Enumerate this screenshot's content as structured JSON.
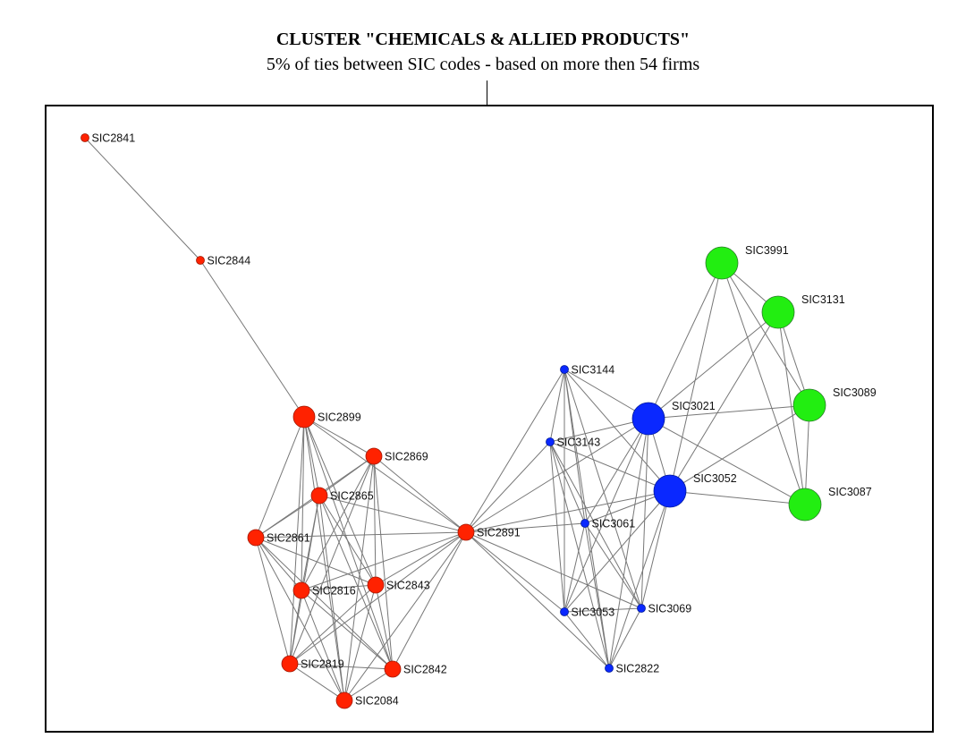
{
  "title": "CLUSTER \"CHEMICALS & ALLIED PRODUCTS\"",
  "subtitle": "5% of ties between SIC codes - based on more then 54 firms",
  "colors": {
    "red": "#ff2200",
    "blue": "#0a28ff",
    "green": "#22ee11",
    "edge": "#777777"
  },
  "nodes": [
    {
      "id": "SIC2841",
      "group": "red",
      "size": "small"
    },
    {
      "id": "SIC2844",
      "group": "red",
      "size": "small"
    },
    {
      "id": "SIC2899",
      "group": "red",
      "size": "large"
    },
    {
      "id": "SIC2869",
      "group": "red",
      "size": "medium"
    },
    {
      "id": "SIC2865",
      "group": "red",
      "size": "medium"
    },
    {
      "id": "SIC2861",
      "group": "red",
      "size": "medium"
    },
    {
      "id": "SIC2816",
      "group": "red",
      "size": "medium"
    },
    {
      "id": "SIC2843",
      "group": "red",
      "size": "medium"
    },
    {
      "id": "SIC2819",
      "group": "red",
      "size": "medium"
    },
    {
      "id": "SIC2842",
      "group": "red",
      "size": "medium"
    },
    {
      "id": "SIC2084",
      "group": "red",
      "size": "medium"
    },
    {
      "id": "SIC2891",
      "group": "red",
      "size": "medium"
    },
    {
      "id": "SIC3144",
      "group": "blue",
      "size": "small"
    },
    {
      "id": "SIC3143",
      "group": "blue",
      "size": "small"
    },
    {
      "id": "SIC3061",
      "group": "blue",
      "size": "small"
    },
    {
      "id": "SIC3053",
      "group": "blue",
      "size": "small"
    },
    {
      "id": "SIC3069",
      "group": "blue",
      "size": "small"
    },
    {
      "id": "SIC2822",
      "group": "blue",
      "size": "small"
    },
    {
      "id": "SIC3021",
      "group": "blue",
      "size": "xlarge"
    },
    {
      "id": "SIC3052",
      "group": "blue",
      "size": "xlarge"
    },
    {
      "id": "SIC3991",
      "group": "green",
      "size": "xlarge"
    },
    {
      "id": "SIC3131",
      "group": "green",
      "size": "xlarge"
    },
    {
      "id": "SIC3089",
      "group": "green",
      "size": "xlarge"
    },
    {
      "id": "SIC3087",
      "group": "green",
      "size": "xlarge"
    }
  ],
  "edges": [
    [
      "SIC2841",
      "SIC2844"
    ],
    [
      "SIC2844",
      "SIC2899"
    ],
    [
      "SIC2899",
      "SIC2869"
    ],
    [
      "SIC2899",
      "SIC2865"
    ],
    [
      "SIC2899",
      "SIC2861"
    ],
    [
      "SIC2899",
      "SIC2816"
    ],
    [
      "SIC2899",
      "SIC2843"
    ],
    [
      "SIC2899",
      "SIC2819"
    ],
    [
      "SIC2899",
      "SIC2842"
    ],
    [
      "SIC2899",
      "SIC2084"
    ],
    [
      "SIC2899",
      "SIC2891"
    ],
    [
      "SIC2869",
      "SIC2865"
    ],
    [
      "SIC2869",
      "SIC2861"
    ],
    [
      "SIC2869",
      "SIC2816"
    ],
    [
      "SIC2869",
      "SIC2843"
    ],
    [
      "SIC2869",
      "SIC2819"
    ],
    [
      "SIC2869",
      "SIC2842"
    ],
    [
      "SIC2869",
      "SIC2084"
    ],
    [
      "SIC2869",
      "SIC2891"
    ],
    [
      "SIC2865",
      "SIC2861"
    ],
    [
      "SIC2865",
      "SIC2816"
    ],
    [
      "SIC2865",
      "SIC2843"
    ],
    [
      "SIC2865",
      "SIC2819"
    ],
    [
      "SIC2865",
      "SIC2842"
    ],
    [
      "SIC2865",
      "SIC2084"
    ],
    [
      "SIC2865",
      "SIC2891"
    ],
    [
      "SIC2861",
      "SIC2816"
    ],
    [
      "SIC2861",
      "SIC2843"
    ],
    [
      "SIC2861",
      "SIC2819"
    ],
    [
      "SIC2861",
      "SIC2842"
    ],
    [
      "SIC2861",
      "SIC2084"
    ],
    [
      "SIC2861",
      "SIC2891"
    ],
    [
      "SIC2816",
      "SIC2843"
    ],
    [
      "SIC2816",
      "SIC2819"
    ],
    [
      "SIC2816",
      "SIC2842"
    ],
    [
      "SIC2816",
      "SIC2084"
    ],
    [
      "SIC2816",
      "SIC2891"
    ],
    [
      "SIC2843",
      "SIC2819"
    ],
    [
      "SIC2843",
      "SIC2842"
    ],
    [
      "SIC2843",
      "SIC2084"
    ],
    [
      "SIC2843",
      "SIC2891"
    ],
    [
      "SIC2819",
      "SIC2842"
    ],
    [
      "SIC2819",
      "SIC2084"
    ],
    [
      "SIC2819",
      "SIC2891"
    ],
    [
      "SIC2842",
      "SIC2084"
    ],
    [
      "SIC2842",
      "SIC2891"
    ],
    [
      "SIC2084",
      "SIC2891"
    ],
    [
      "SIC2891",
      "SIC3144"
    ],
    [
      "SIC2891",
      "SIC3143"
    ],
    [
      "SIC2891",
      "SIC3061"
    ],
    [
      "SIC2891",
      "SIC3053"
    ],
    [
      "SIC2891",
      "SIC3069"
    ],
    [
      "SIC2891",
      "SIC2822"
    ],
    [
      "SIC2891",
      "SIC3021"
    ],
    [
      "SIC2891",
      "SIC3052"
    ],
    [
      "SIC3144",
      "SIC3143"
    ],
    [
      "SIC3144",
      "SIC3061"
    ],
    [
      "SIC3144",
      "SIC3053"
    ],
    [
      "SIC3144",
      "SIC3069"
    ],
    [
      "SIC3144",
      "SIC2822"
    ],
    [
      "SIC3144",
      "SIC3021"
    ],
    [
      "SIC3144",
      "SIC3052"
    ],
    [
      "SIC3143",
      "SIC3061"
    ],
    [
      "SIC3143",
      "SIC3053"
    ],
    [
      "SIC3143",
      "SIC3069"
    ],
    [
      "SIC3143",
      "SIC2822"
    ],
    [
      "SIC3143",
      "SIC3021"
    ],
    [
      "SIC3143",
      "SIC3052"
    ],
    [
      "SIC3061",
      "SIC3053"
    ],
    [
      "SIC3061",
      "SIC3069"
    ],
    [
      "SIC3061",
      "SIC2822"
    ],
    [
      "SIC3061",
      "SIC3021"
    ],
    [
      "SIC3061",
      "SIC3052"
    ],
    [
      "SIC3053",
      "SIC3069"
    ],
    [
      "SIC3053",
      "SIC2822"
    ],
    [
      "SIC3053",
      "SIC3021"
    ],
    [
      "SIC3053",
      "SIC3052"
    ],
    [
      "SIC3069",
      "SIC2822"
    ],
    [
      "SIC3069",
      "SIC3021"
    ],
    [
      "SIC3069",
      "SIC3052"
    ],
    [
      "SIC2822",
      "SIC3021"
    ],
    [
      "SIC2822",
      "SIC3052"
    ],
    [
      "SIC3021",
      "SIC3052"
    ],
    [
      "SIC3021",
      "SIC3991"
    ],
    [
      "SIC3021",
      "SIC3131"
    ],
    [
      "SIC3021",
      "SIC3089"
    ],
    [
      "SIC3021",
      "SIC3087"
    ],
    [
      "SIC3052",
      "SIC3991"
    ],
    [
      "SIC3052",
      "SIC3131"
    ],
    [
      "SIC3052",
      "SIC3089"
    ],
    [
      "SIC3052",
      "SIC3087"
    ],
    [
      "SIC3991",
      "SIC3131"
    ],
    [
      "SIC3991",
      "SIC3089"
    ],
    [
      "SIC3991",
      "SIC3087"
    ],
    [
      "SIC3131",
      "SIC3089"
    ],
    [
      "SIC3131",
      "SIC3087"
    ],
    [
      "SIC3089",
      "SIC3087"
    ]
  ]
}
